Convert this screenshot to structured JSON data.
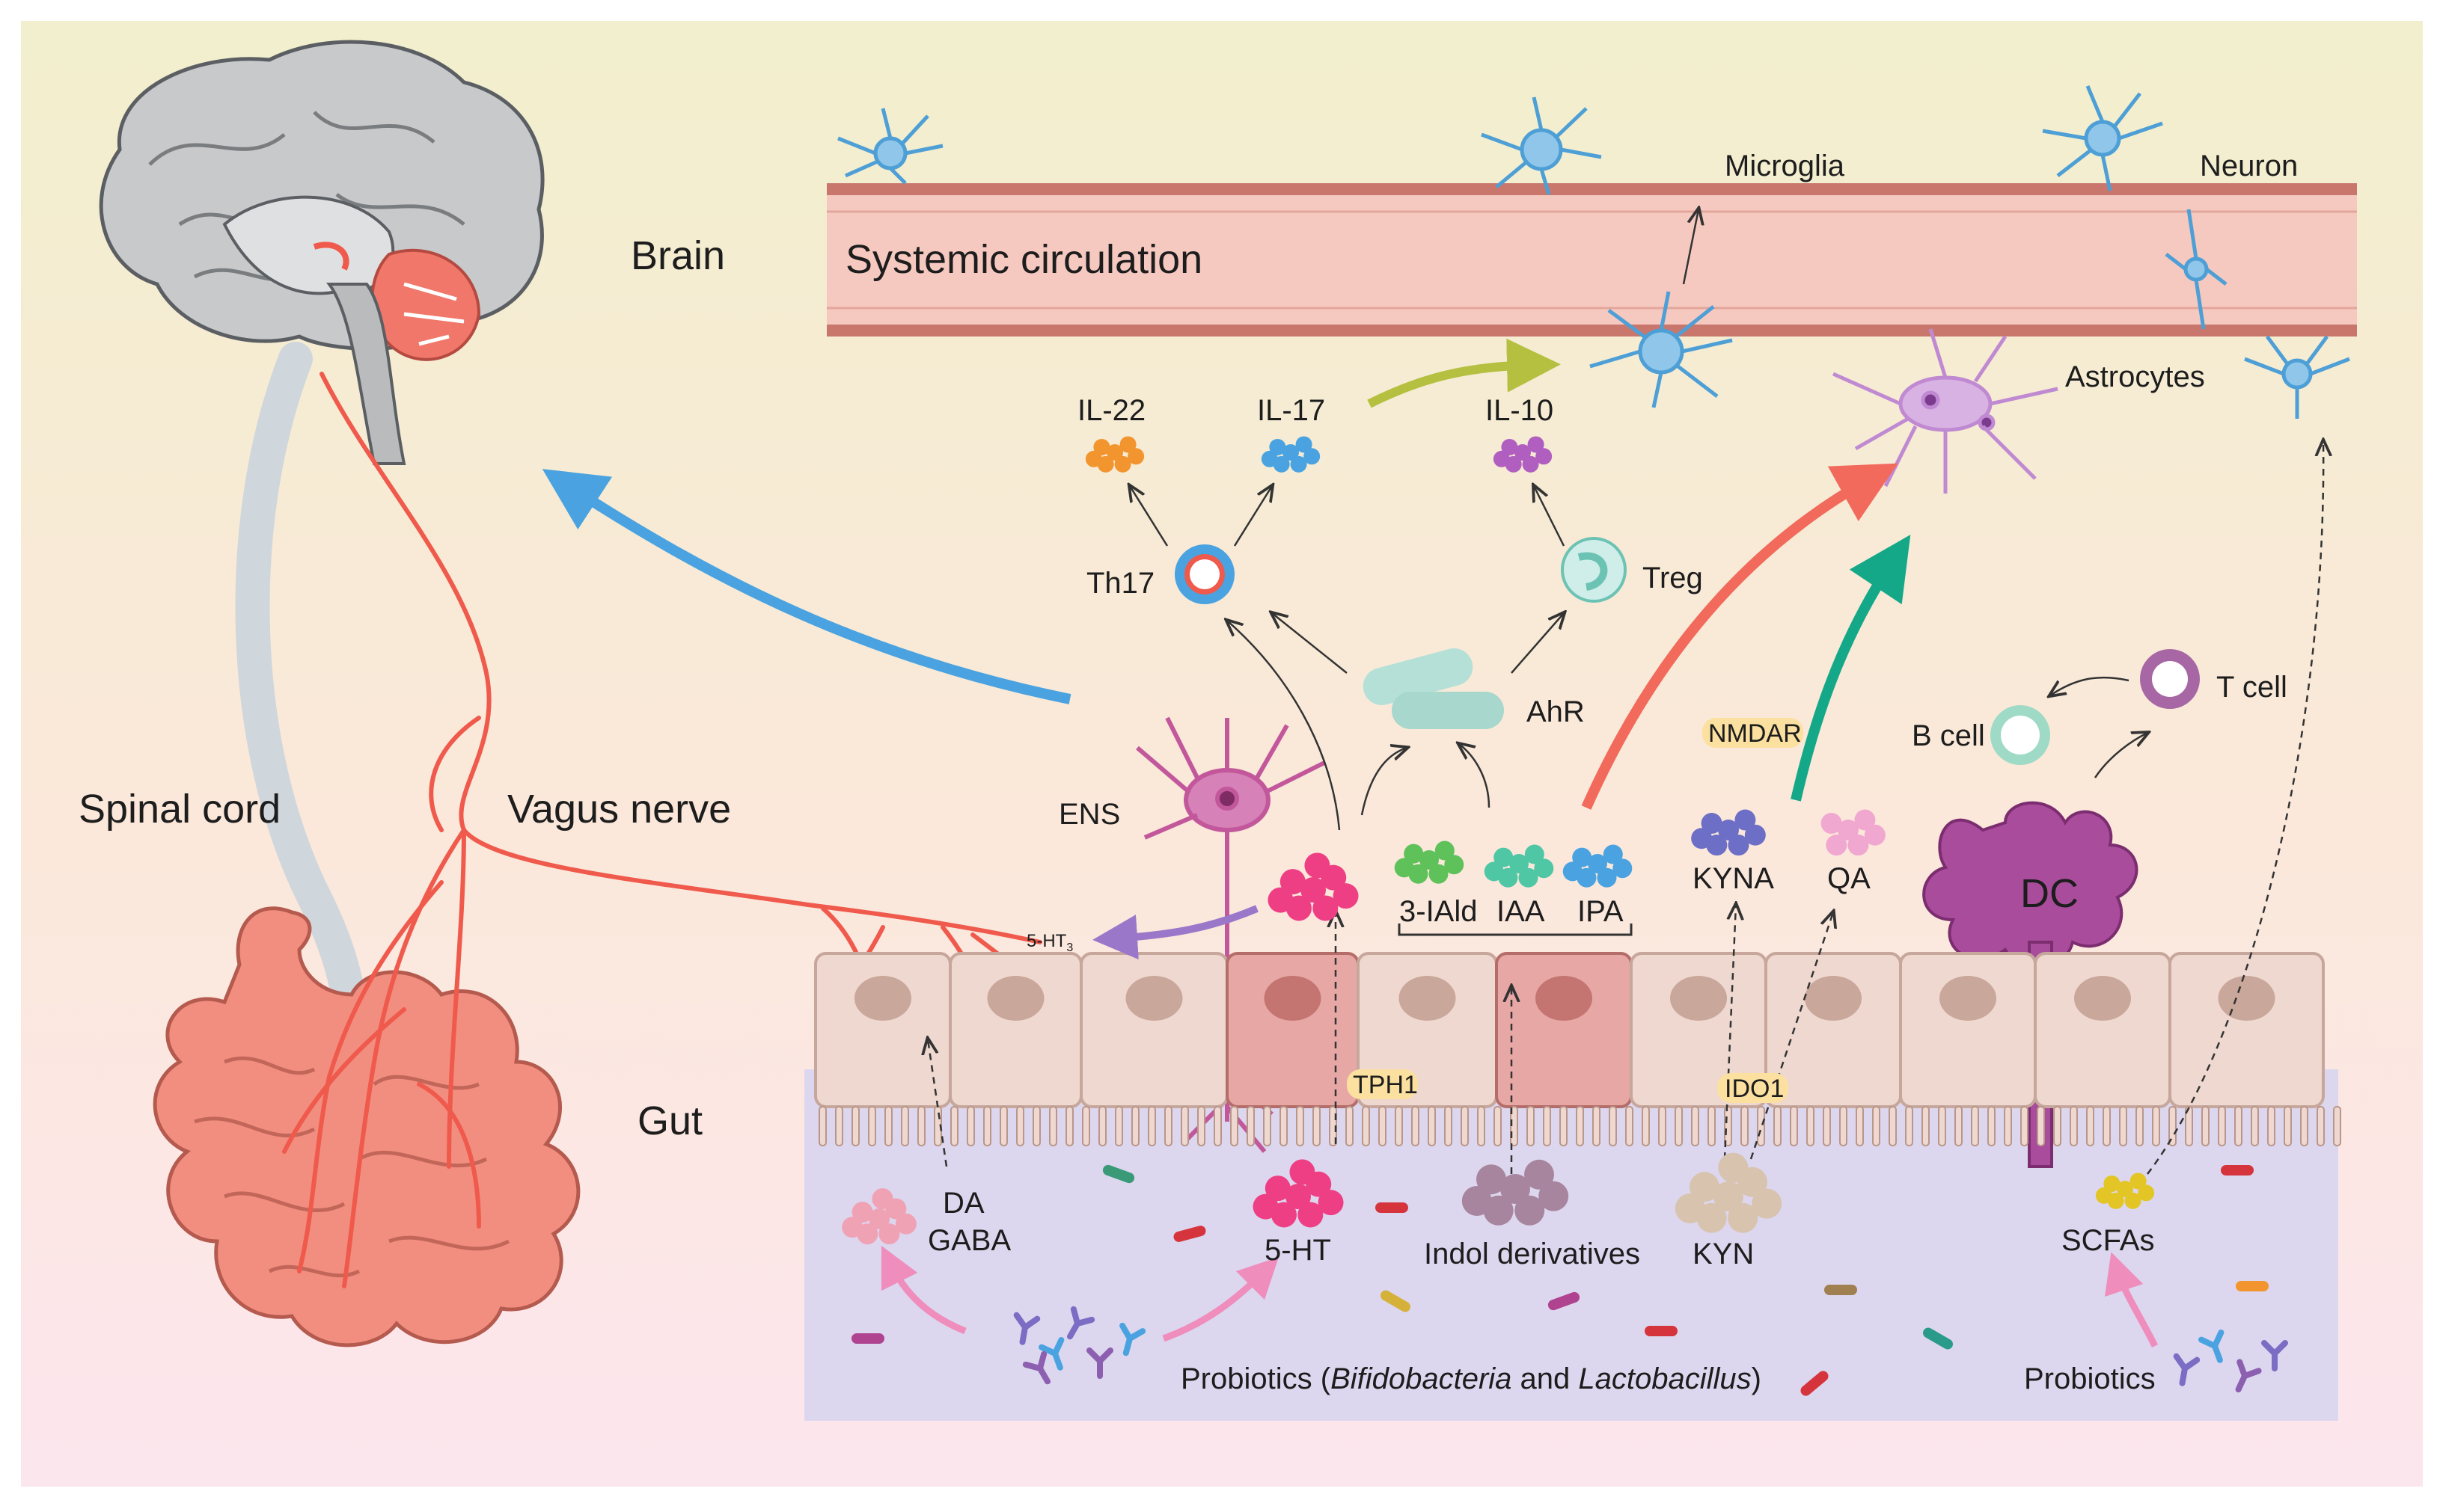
{
  "colors": {
    "bg_top": "#f1efcd",
    "bg_bottom": "#fce6ee",
    "vessel": "#f6c9c0",
    "vessel_border": "#c9776c",
    "lumen": "#dcd7ee",
    "cell": "#efd8d0",
    "nerve": "#ef5a4c",
    "arrow_blue": "#4aa3e0",
    "arrow_red": "#f26a5b",
    "arrow_teal": "#14a889",
    "arrow_olive": "#b5c040",
    "arrow_purple": "#9b77c9",
    "arrow_pink": "#ef8dbd",
    "enzyme_badge": "#fbe0a0"
  },
  "labels": {
    "brain": "Brain",
    "gut": "Gut",
    "spinal_cord": "Spinal cord",
    "vagus_nerve": "Vagus nerve",
    "systemic_circulation": "Systemic circulation",
    "microglia": "Microglia",
    "neuron": "Neuron",
    "astrocytes": "Astrocytes",
    "il22": "IL-22",
    "il17": "IL-17",
    "il10": "IL-10",
    "th17": "Th17",
    "treg": "Treg",
    "ahr": "AhR",
    "ens": "ENS",
    "ht3_main": "5-HT",
    "ht3_sub": "3",
    "nmdar": "NMDAR",
    "b_cell": "B cell",
    "t_cell": "T cell",
    "dc": "DC",
    "iald": "3-IAld",
    "iaa": "IAA",
    "ipa": "IPA",
    "kyna": "KYNA",
    "qa": "QA",
    "tph1": "TPH1",
    "ido1": "IDO1",
    "da": "DA",
    "gaba": "GABA",
    "ht_5": "5-HT",
    "indol": "Indol derivatives",
    "kyn": "KYN",
    "scfas": "SCFAs",
    "probiotics_prefix": "Probiotics (",
    "probiotics_genus1": "Bifidobacteria",
    "probiotics_and": " and ",
    "probiotics_genus2": "Lactobacillus",
    "probiotics_suffix": ")",
    "probiotics_right": "Probiotics"
  },
  "icons": [
    "brain-icon",
    "intestine-icon",
    "microglia-icon",
    "neuron-icon",
    "astrocyte-icon",
    "ens-neuron-icon",
    "dendritic-cell-icon",
    "bacteria-icon"
  ]
}
